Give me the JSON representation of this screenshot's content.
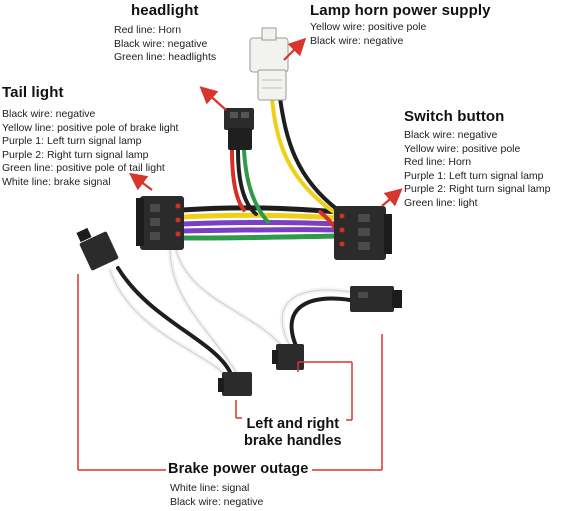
{
  "headlight": {
    "title": "headlight",
    "lines": [
      "Red line: Horn",
      "Black wire: negative",
      "Green line: headlights"
    ]
  },
  "lamp_horn": {
    "title": "Lamp horn power supply",
    "lines": [
      "Yellow wire: positive pole",
      "Black wire: negative"
    ]
  },
  "tail_light": {
    "title": "Tail light",
    "lines": [
      "Black wire: negative",
      "Yellow line: positive pole of brake light",
      "Purple 1: Left turn signal lamp",
      "Purple 2: Right turn signal lamp",
      "Green line: positive pole of tail light",
      "White line: brake signal"
    ]
  },
  "switch_button": {
    "title": "Switch button",
    "lines": [
      "Black wire: negative",
      "Yellow wire: positive pole",
      "Red line: Horn",
      "Purple 1: Left turn signal lamp",
      "Purple 2: Right turn signal lamp",
      "Green line: light"
    ]
  },
  "brake_handles": {
    "title_line1": "Left and right",
    "title_line2": "brake handles"
  },
  "brake_power": {
    "title": "Brake power outage",
    "lines": [
      "White line: signal",
      "Black wire: negative"
    ]
  },
  "colors": {
    "annotation_red": "#d9362b",
    "connector_black": "#2b2b2b",
    "connector_white": "#f2f2ee",
    "wire_yellow": "#f0cf16",
    "wire_purple": "#7a3fc2",
    "wire_green": "#2f9a4a",
    "wire_red": "#d63026",
    "wire_black": "#1e1e1e",
    "wire_white": "#f4f4f4"
  }
}
